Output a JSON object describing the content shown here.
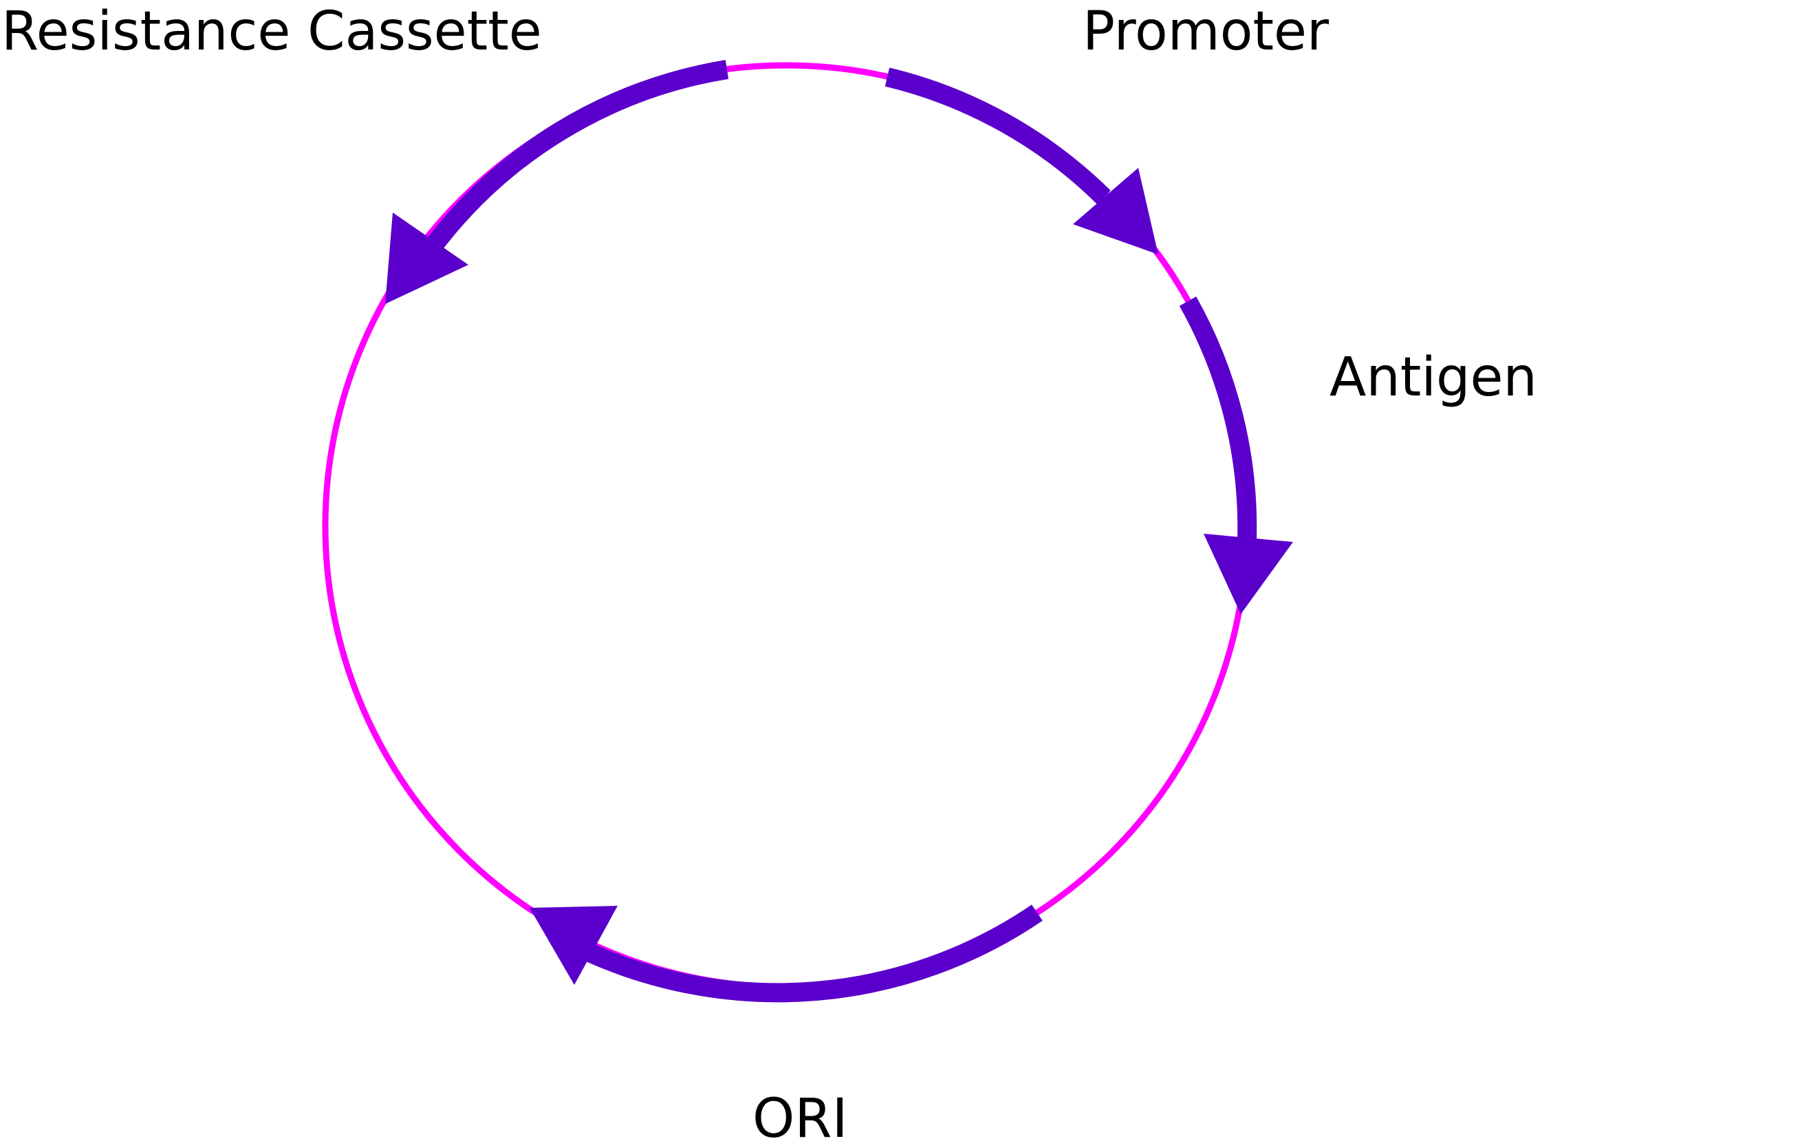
{
  "diagram": {
    "type": "plasmid-map",
    "colors": {
      "backbone": "#ff00ff",
      "feature": "#5b00cc",
      "label": "#000000",
      "background": "#ffffff"
    },
    "features": [
      {
        "name": "Promoter",
        "direction": "clockwise"
      },
      {
        "name": "Antigen",
        "direction": "clockwise"
      },
      {
        "name": "ORI",
        "direction": "counterclockwise"
      },
      {
        "name": "Resistance Cassette",
        "direction": "counterclockwise"
      }
    ]
  }
}
